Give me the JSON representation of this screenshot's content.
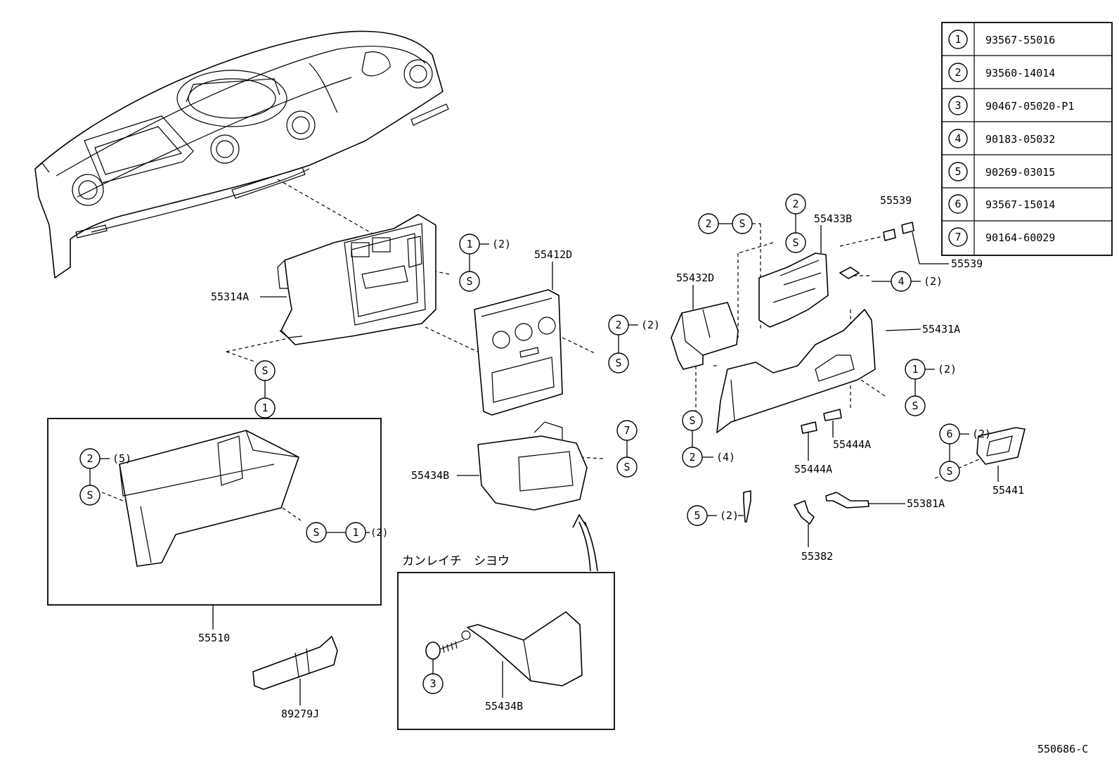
{
  "legend": [
    {
      "num": "1",
      "part": "93567-55016"
    },
    {
      "num": "2",
      "part": "93560-14014"
    },
    {
      "num": "3",
      "part": "90467-05020-P1"
    },
    {
      "num": "4",
      "part": "90183-05032"
    },
    {
      "num": "5",
      "part": "90269-03015"
    },
    {
      "num": "6",
      "part": "93567-15014"
    },
    {
      "num": "7",
      "part": "90164-60029"
    }
  ],
  "markers": {
    "s": "S",
    "n1": "1",
    "n2": "2",
    "n3": "3",
    "n4": "4",
    "n5": "5",
    "n6": "6",
    "n7": "7"
  },
  "qty": {
    "q2": "(2)",
    "q4": "(4)",
    "q5": "(5)",
    "q2c": "(2)"
  },
  "labels": {
    "p55314A": "55314A",
    "p55412D": "55412D",
    "p55432D": "55432D",
    "p55433B": "55433B",
    "p55539a": "55539",
    "p55539b": "55539",
    "p55431A": "55431A",
    "p55444Aa": "55444A",
    "p55444Ab": "55444A",
    "p55441": "55441",
    "p55381A": "55381A",
    "p55382": "55382",
    "p55434Ba": "55434B",
    "p55434Bb": "55434B",
    "p55510": "55510",
    "p89279J": "89279J"
  },
  "cold_zone_caption": "カンレイチ　シヨウ",
  "diagram_code": "550686-C"
}
